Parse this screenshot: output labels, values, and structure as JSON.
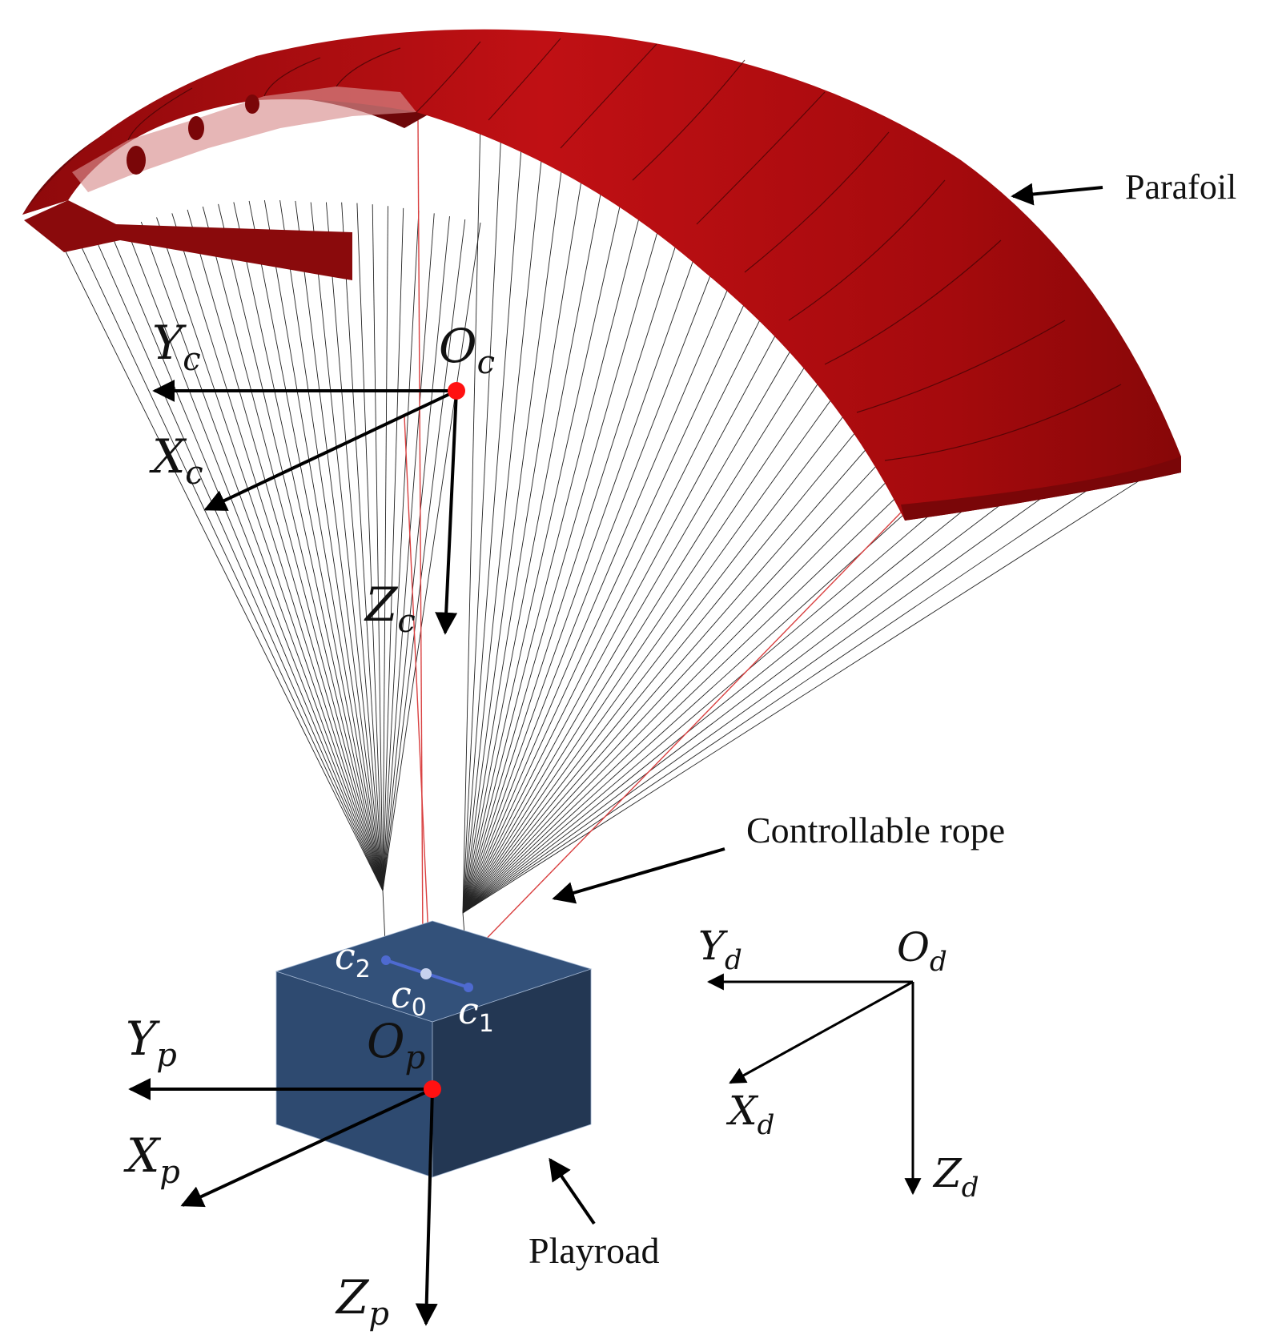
{
  "labels": {
    "parafoil": "Parafoil",
    "controllable_rope": "Controllable rope",
    "payload": "Playroad"
  },
  "canopy_frame": {
    "origin": {
      "main": "O",
      "sub": "c"
    },
    "x": {
      "main": "X",
      "sub": "c"
    },
    "y": {
      "main": "Y",
      "sub": "c"
    },
    "z": {
      "main": "Z",
      "sub": "c"
    }
  },
  "payload_frame": {
    "origin": {
      "main": "O",
      "sub": "p"
    },
    "x": {
      "main": "X",
      "sub": "p"
    },
    "y": {
      "main": "Y",
      "sub": "p"
    },
    "z": {
      "main": "Z",
      "sub": "p"
    }
  },
  "ground_frame": {
    "origin": {
      "main": "O",
      "sub": "d"
    },
    "x": {
      "main": "X",
      "sub": "d"
    },
    "y": {
      "main": "Y",
      "sub": "d"
    },
    "z": {
      "main": "Z",
      "sub": "d"
    }
  },
  "attach_points": {
    "c0": {
      "main": "c",
      "sub": "0"
    },
    "c1": {
      "main": "c",
      "sub": "1"
    },
    "c2": {
      "main": "c",
      "sub": "2"
    }
  },
  "colors": {
    "canopy": "#b00c0f",
    "canopy_dark": "#7a0608",
    "payload_top": "#33517a",
    "payload_front": "#2e4a70",
    "payload_side": "#233753",
    "origin_dot": "#ff1111",
    "attach_line": "#4e6ad0",
    "attach_dot_light": "#c7d2ee",
    "rope": "#d94040"
  }
}
